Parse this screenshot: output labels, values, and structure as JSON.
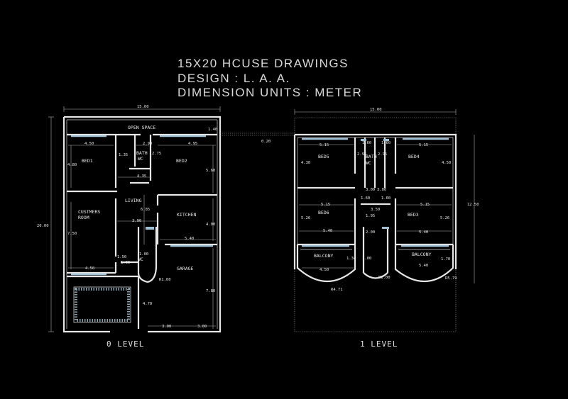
{
  "title": {
    "line1": "15X20 HCUSE DRAWINGS",
    "line2": "DESIGN : L. A. A.",
    "line3": "DIMENSION UNITS : METER"
  },
  "colors": {
    "background": "#000000",
    "lines": "#e6e6e6",
    "glazing": "#9fc2d8"
  },
  "level0": {
    "label": "0 LEVEL",
    "rooms": {
      "open_space": "OPEN SPACE",
      "bed1": "BED1",
      "bed2": "BED2",
      "bath": "BATH",
      "wc": "WC",
      "living": "LIVING",
      "custmers": "CUSTMERS",
      "room": "ROOM",
      "kitchen": "KITCHEN",
      "wc2": "WC",
      "garage": "GARAGE"
    },
    "dims": {
      "overall_width": "15.00",
      "overall_depth": "20.00",
      "d140": "1.40",
      "d450a": "4.50",
      "d290": "2.90",
      "d495": "4.95",
      "d135": "1.35",
      "d275": "2.75",
      "d480": "4.80",
      "d560": "5.60",
      "d435": "4.35",
      "d685": "6.85",
      "d390": "3.90",
      "d750": "7.50",
      "d400": "4.00",
      "d540": "5.40",
      "d150": "1.50",
      "d100": "1.00",
      "d160": "1.60",
      "d450b": "4.50",
      "r100": "R1.00",
      "d780": "7.80",
      "d470": "4.70",
      "d300a": "3.00",
      "d300b": "3.00"
    }
  },
  "level1": {
    "label": "1 LEVEL",
    "rooms": {
      "bed5": "BED5",
      "bath": "BATH",
      "wc": "WC",
      "bed4": "BED4",
      "bed6": "BED6",
      "bed3": "BED3",
      "balcony_l": "BALCONY",
      "balcony_r": "BALCONY"
    },
    "dims": {
      "overall_width": "15.00",
      "overall_depth": "12.50",
      "d020": "0.20",
      "d515a": "5.15",
      "d160a": "1.60",
      "d160b": "1.60",
      "d515b": "5.15",
      "d295a": "2.95",
      "d295b": "2.95",
      "d430": "4.30",
      "d450": "4.50",
      "d300a": "3.00",
      "d300b": "3.00",
      "d160c": "1.60",
      "d160d": "1.60",
      "d515c": "5.15",
      "d515d": "5.15",
      "d350": "3.50",
      "d195": "1.95",
      "d526a": "5.26",
      "d526b": "5.26",
      "d540a": "5.40",
      "d200": "2.00",
      "d540b": "5.40",
      "d134": "1.34",
      "d100": "1.00",
      "d450b": "4.50",
      "d540c": "5.40",
      "d170": "1.70",
      "r100": "R1.00",
      "r471": "R4.71",
      "r579": "R5.79"
    }
  }
}
